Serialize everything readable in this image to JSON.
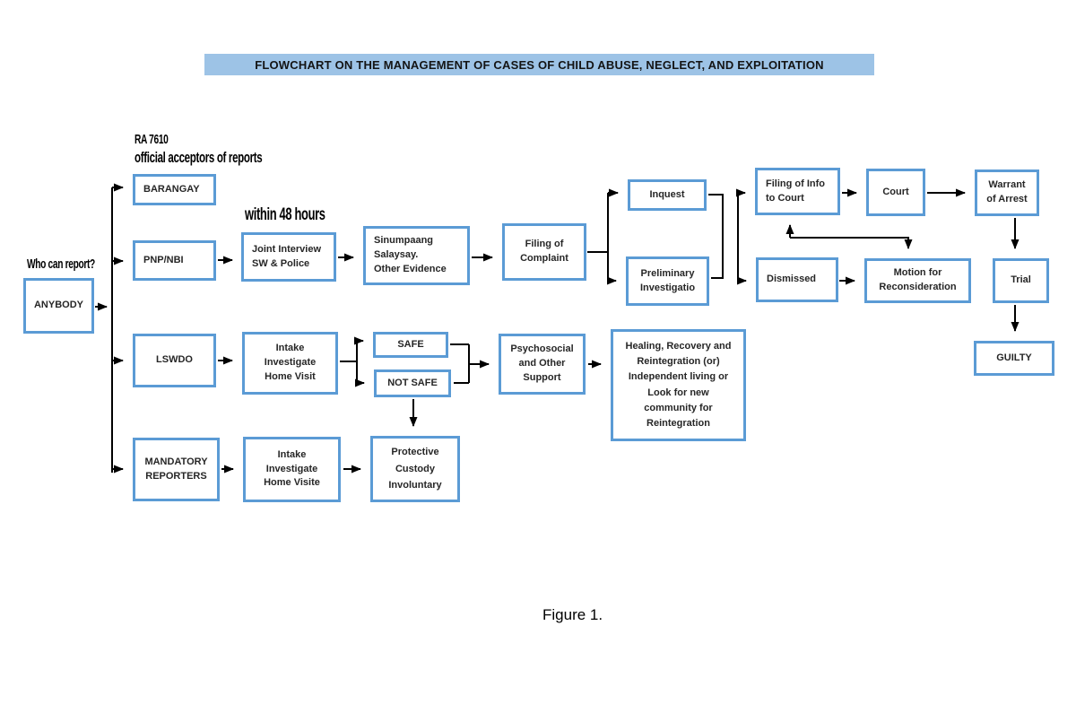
{
  "title": "FLOWCHART ON THE MANAGEMENT OF CASES OF CHILD ABUSE, NEGLECT, AND EXPLOITATION",
  "labels": {
    "ra_line1": "RA 7610",
    "ra_line2": "official acceptors of reports",
    "who_can_report": "Who can report?",
    "within_48_hours": "within 48 hours",
    "figure_caption": "Figure 1."
  },
  "colors": {
    "box_border": "#5B9BD5",
    "title_bg": "#9DC3E6",
    "connector": "#000000",
    "text": "#262626"
  },
  "nodes": {
    "anybody": {
      "label": "ANYBODY"
    },
    "barangay": {
      "label": "BARANGAY"
    },
    "pnp_nbi": {
      "label": "PNP/NBI"
    },
    "lswdo": {
      "label": "LSWDO"
    },
    "mandatory_reporters": {
      "label": "MANDATORY\nREPORTERS"
    },
    "joint_interview": {
      "label": "Joint Interview\nSW & Police"
    },
    "sinumpaang": {
      "label": "Sinumpaang\nSalaysay.\nOther Evidence"
    },
    "filing_complaint": {
      "label": "Filing of\nComplaint"
    },
    "inquest": {
      "label": "Inquest"
    },
    "preliminary_investigation": {
      "label": "Preliminary\nInvestigatio"
    },
    "filing_info": {
      "label": "Filing of Info\nto Court"
    },
    "dismissed": {
      "label": "Dismissed"
    },
    "court": {
      "label": "Court"
    },
    "warrant": {
      "label": "Warrant\nof Arrest"
    },
    "motion": {
      "label": "Motion for\nReconsideration"
    },
    "trial": {
      "label": "Trial"
    },
    "guilty": {
      "label": "GUILTY"
    },
    "intake_visit": {
      "label": "Intake\nInvestigate\nHome Visit"
    },
    "safe": {
      "label": "SAFE"
    },
    "not_safe": {
      "label": "NOT SAFE"
    },
    "psychosocial": {
      "label": "Psychosocial\nand Other\nSupport"
    },
    "healing": {
      "label": "Healing, Recovery and\nReintegration (or)\nIndependent living or\nLook for new\ncommunity for\nReintegration"
    },
    "intake_visite": {
      "label": "Intake\nInvestigate\nHome Visite"
    },
    "protective_custody": {
      "label": "Protective\nCustody\nInvoluntary"
    }
  }
}
